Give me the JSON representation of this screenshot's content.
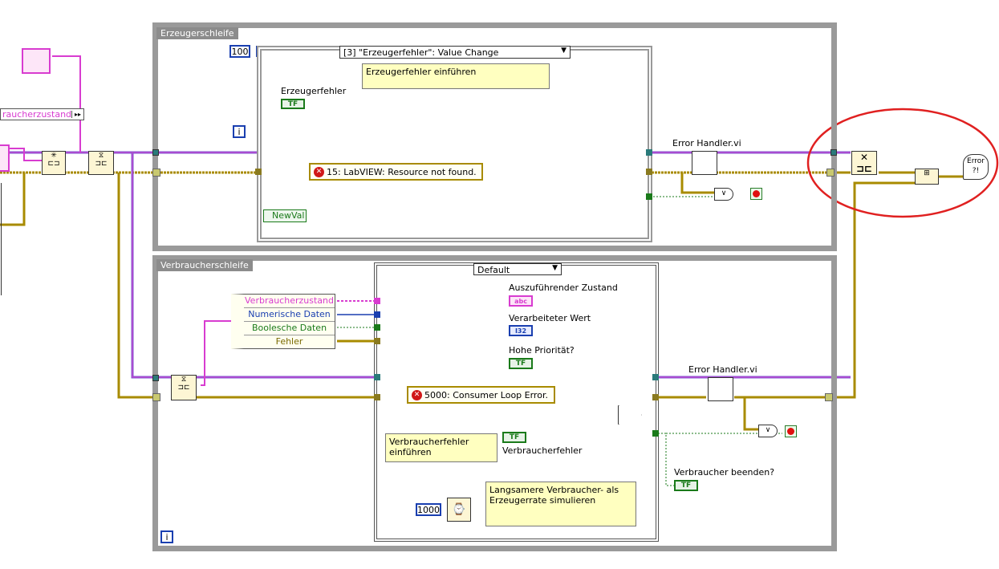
{
  "producer_loop": {
    "label": "Erzeugerschleife",
    "timeout": "100",
    "iteration_icon": "i",
    "event_selector": "[3] \"Erzeugerfehler\": Value Change",
    "note": "Erzeugerfehler einführen",
    "control_label": "Erzeugerfehler",
    "error_cluster": "15: LabVIEW: Resource not found.",
    "newval_label": "NewVal",
    "error_handler": "Error Handler.vi"
  },
  "consumer_loop": {
    "label": "Verbraucherschleife",
    "iteration_icon": "i",
    "case_selector": "Default",
    "unbundle_items": [
      "Verbraucherzustand",
      "Numerische Daten",
      "Boolesche Daten",
      "Fehler"
    ],
    "indicators": {
      "state": "Auszuführender Zustand",
      "value": "Verarbeiteter Wert",
      "priority": "Hohe Priorität?"
    },
    "error_cluster": "5000: Consumer Loop Error.",
    "note_consumer": "Verbraucherfehler einführen",
    "consumer_error_label": "Verbraucherfehler",
    "note_slow": "Langsamere Verbraucher- als Erzeugerrate simulieren",
    "wait_const": "1000",
    "error_handler": "Error Handler.vi",
    "stop_label": "Verbraucher beenden?"
  },
  "left": {
    "state_const": "raucherzustand"
  },
  "glyphs": {
    "tf": "TF",
    "abc": "abc",
    "i32": "I32",
    "error_bubble": "Error ?!"
  },
  "colors": {
    "loop_border": "#9a9a9a",
    "error_wire": "#a88b00",
    "queue_wire": "#7a5ad0",
    "string_wire": "#d83cd0",
    "numeric_wire": "#1a3fb0",
    "boolean_wire": "#1a7a1a",
    "highlight": "#e02020"
  }
}
